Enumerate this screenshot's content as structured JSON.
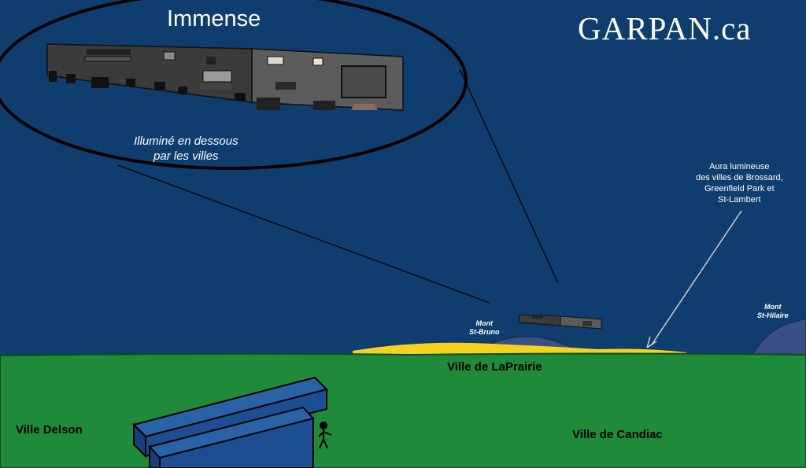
{
  "title": "Immense",
  "brand": "GARPAN.ca",
  "notes": {
    "lit_from_below": [
      "Illuminé en dessous",
      "par les villes"
    ],
    "aura": [
      "Aura lumineuse",
      "des villes de Brossard,",
      "Greenfield Park et",
      "St-Lambert"
    ]
  },
  "mountains": {
    "st_bruno": [
      "Mont",
      "St-Bruno"
    ],
    "st_hilaire": [
      "Mont",
      "St-Hilaire"
    ]
  },
  "cities": {
    "laprairie": "Ville de LaPrairie",
    "delson": "Ville Delson",
    "candiac": "Ville de Candiac"
  },
  "colors": {
    "sky": "#0e3d6e",
    "ground": "#1f8a3a",
    "city_glow": "#f5d21b",
    "mountain": "#3a4f86",
    "craft_dark": "#3b3b3b",
    "craft_light": "#5c5c5c",
    "building": "#1d4e92"
  }
}
